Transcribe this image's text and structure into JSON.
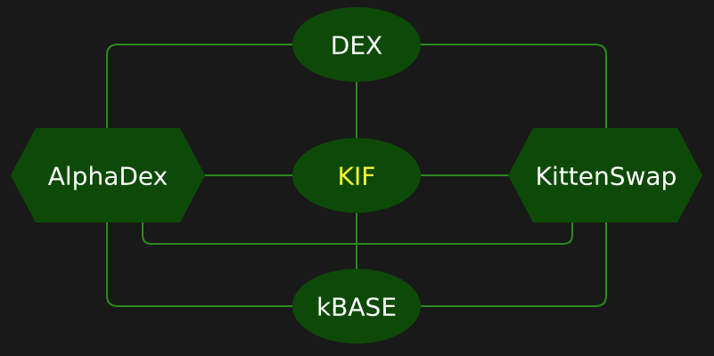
{
  "colors": {
    "background": "#191919",
    "edge": "#2b8a1c",
    "node_fill": "#0e4a07",
    "label": "#ffffff",
    "center_label": "#ffff33"
  },
  "nodes": {
    "dex": {
      "label": "DEX"
    },
    "kif": {
      "label": "KIF"
    },
    "kbase": {
      "label": "kBASE"
    },
    "alphadex": {
      "label": "AlphaDex"
    },
    "kittenswap": {
      "label": "KittenSwap"
    }
  }
}
